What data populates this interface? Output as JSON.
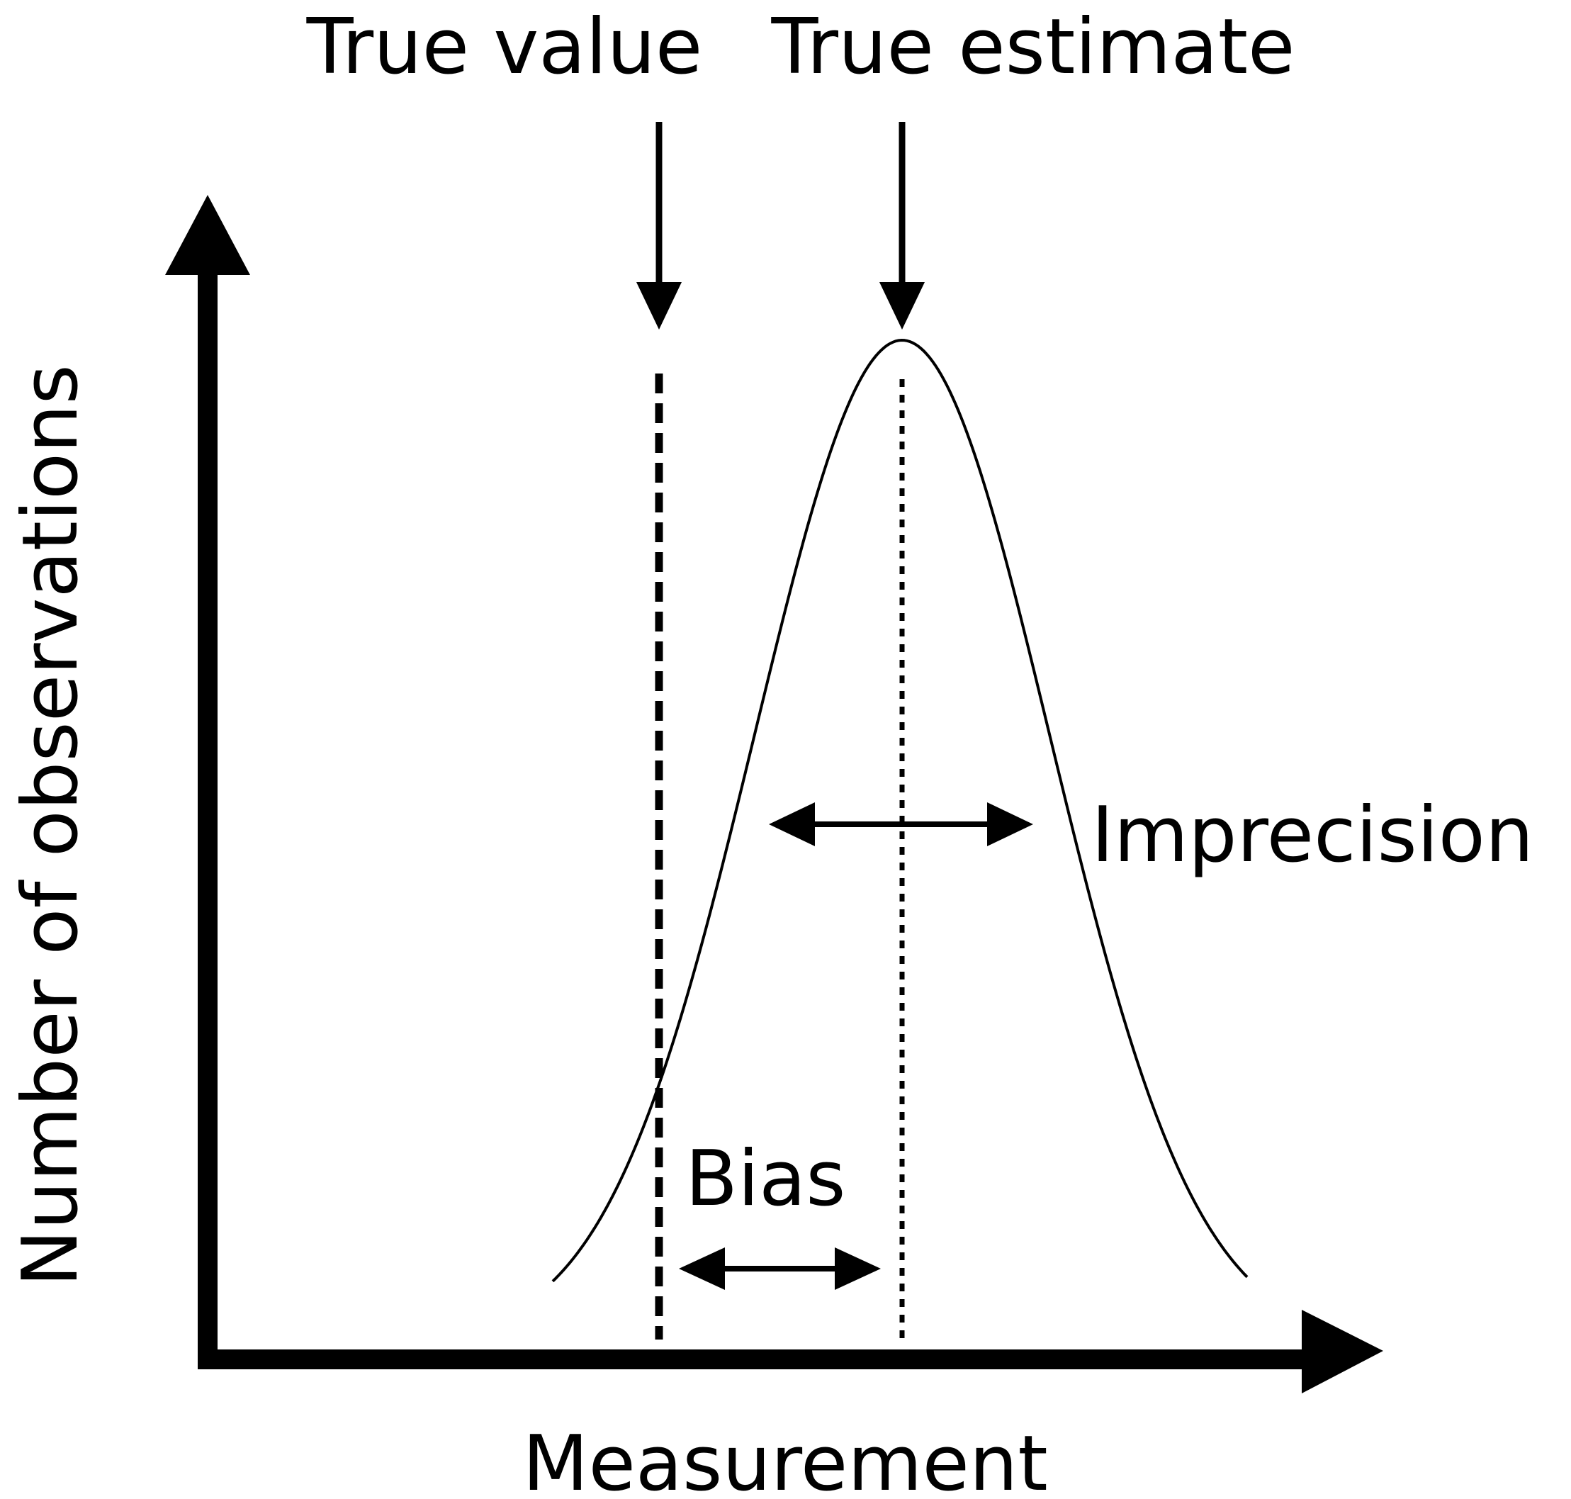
{
  "labels": {
    "true_value": "True value",
    "true_estimate": "True estimate",
    "imprecision": "Imprecision",
    "bias": "Bias",
    "x_axis": "Measurement",
    "y_axis": "Number of observations"
  },
  "colors": {
    "ink": "#000000",
    "background": "#ffffff"
  }
}
